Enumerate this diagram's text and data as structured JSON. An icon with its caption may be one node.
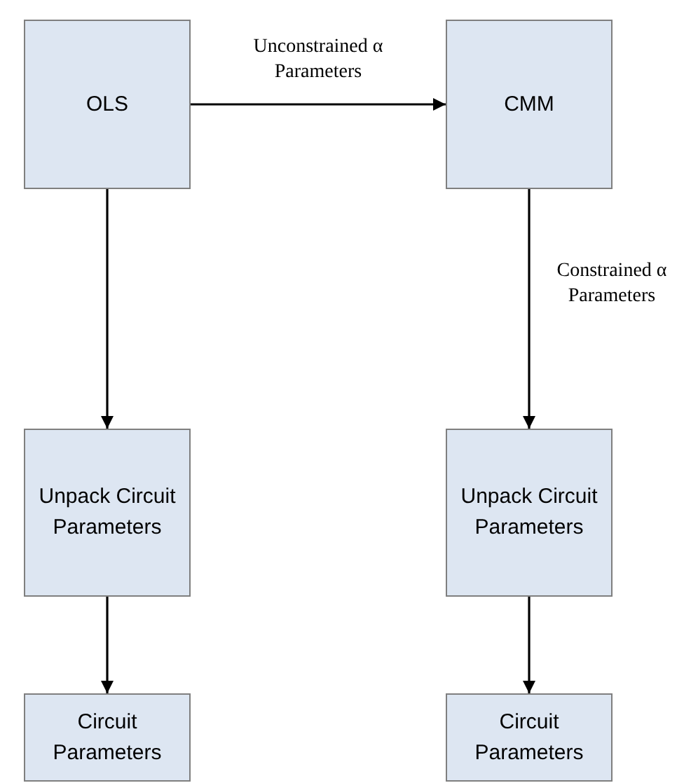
{
  "diagram": {
    "nodes": [
      {
        "text": [
          "OLS"
        ]
      },
      {
        "text": [
          "CMM"
        ]
      },
      {
        "text": [
          "Unpack Circuit Parameters"
        ]
      },
      {
        "text": [
          "Unpack Circuit Parameters"
        ]
      },
      {
        "text": [
          "Circuit Parameters"
        ]
      },
      {
        "text": [
          "Circuit Parameters"
        ]
      }
    ],
    "edges": [
      {
        "from": 0,
        "to": 1,
        "arrow": "to",
        "label": "Unconstrained α Parameters"
      },
      {
        "from": 0,
        "to": 2,
        "arrow": "to"
      },
      {
        "from": 1,
        "to": 3,
        "arrow": "to",
        "label": "Constrained α Parameters"
      },
      {
        "from": 2,
        "to": 4,
        "arrow": "to"
      },
      {
        "from": 3,
        "to": 5,
        "arrow": "to"
      }
    ]
  }
}
